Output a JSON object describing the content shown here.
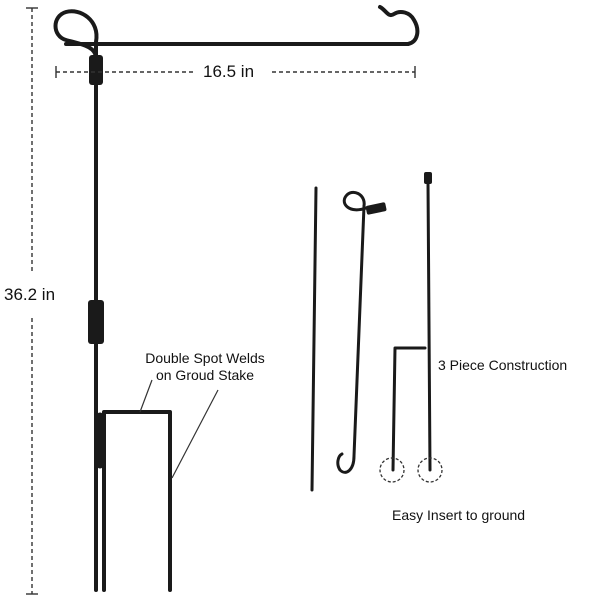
{
  "dimensions": {
    "width_label": "16.5 in",
    "height_label": "36.2 in"
  },
  "callouts": {
    "welds_line1": "Double Spot Welds",
    "welds_line2": "on Groud Stake",
    "construction": "3 Piece Construction",
    "insert": "Easy Insert to ground"
  },
  "colors": {
    "metal": "#1a1a1a",
    "dimension_line": "#333333",
    "text": "#111111"
  }
}
